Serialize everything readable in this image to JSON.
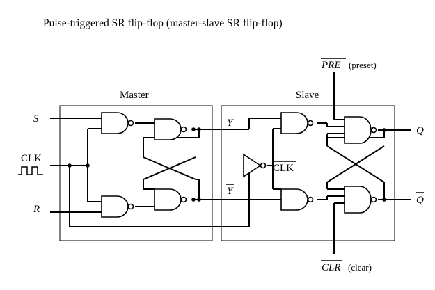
{
  "title": "Pulse-triggered SR flip-flop (master-slave SR flip-flop)",
  "blocks": {
    "master": "Master",
    "slave": "Slave"
  },
  "inputs": {
    "s": "S",
    "clk": "CLK",
    "r": "R"
  },
  "internal": {
    "y": "Y",
    "y_bar": "Y",
    "clk_bar": "CLK"
  },
  "outputs": {
    "q": "Q",
    "q_bar": "Q"
  },
  "controls": {
    "pre": "PRE",
    "pre_note": "(preset)",
    "clr": "CLR",
    "clr_note": "(clear)"
  }
}
